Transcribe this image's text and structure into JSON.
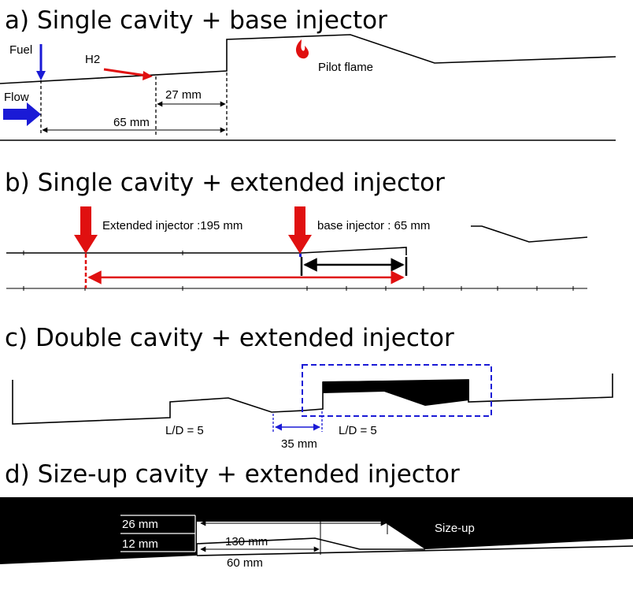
{
  "panels": {
    "a": {
      "title": "a) Single cavity + base injector",
      "fuel_label": "Fuel",
      "h2_label": "H2",
      "flow_label": "Flow",
      "pilot_label": "Pilot flame",
      "dim_27": "27 mm",
      "dim_65": "65 mm"
    },
    "b": {
      "title": "b) Single cavity + extended injector",
      "extended_label": "Extended injector :195 mm",
      "base_label": "base injector : 65 mm"
    },
    "c": {
      "title": "c) Double cavity + extended injector",
      "ld_left": "L/D = 5",
      "ld_right": "L/D = 5",
      "dim_35": "35 mm"
    },
    "d": {
      "title": "d) Size-up cavity + extended injector",
      "dim_26": "26 mm",
      "dim_12": "12 mm",
      "dim_130": "130 mm",
      "dim_60": "60 mm",
      "sizeup_label": "Size-up"
    }
  },
  "colors": {
    "fuel_arrow": "#1a1ad6",
    "h2_arrow": "#e01010",
    "flow_arrow": "#1a1ad6",
    "injector_arrow": "#e01010",
    "extended_dim": "#e01010",
    "base_dim": "#000000",
    "blue_dashed_box": "#1a1ad6",
    "blue_dim": "#1a1ad6"
  },
  "icons": {
    "pilot": "flame-icon"
  }
}
